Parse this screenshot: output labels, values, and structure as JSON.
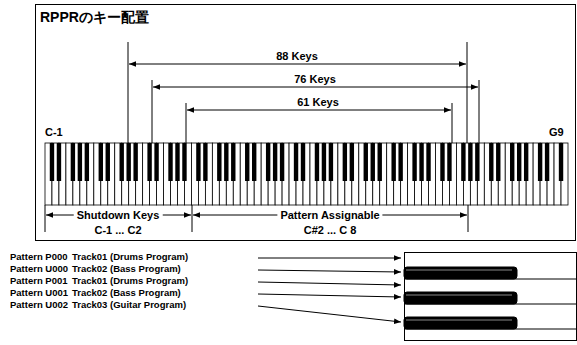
{
  "diagram": {
    "title": "RPPRのキー配置",
    "labels": [
      "88 Keys",
      "76 Keys",
      "61 Keys",
      "C-1",
      "G9",
      "Shutdown Keys",
      "C-1 ... C2",
      "Pattern Assignable",
      "C#2 ... C 8",
      "Pattern P000",
      "Track01 (Drums Program)",
      "Pattern U000",
      "Track02 (Bass Program)",
      "Pattern P001",
      "Track01 (Drums Program)",
      "Pattern U001",
      "Track02 (Bass Program)",
      "Pattern U002",
      "Track03 (Guitar Program)"
    ]
  }
}
